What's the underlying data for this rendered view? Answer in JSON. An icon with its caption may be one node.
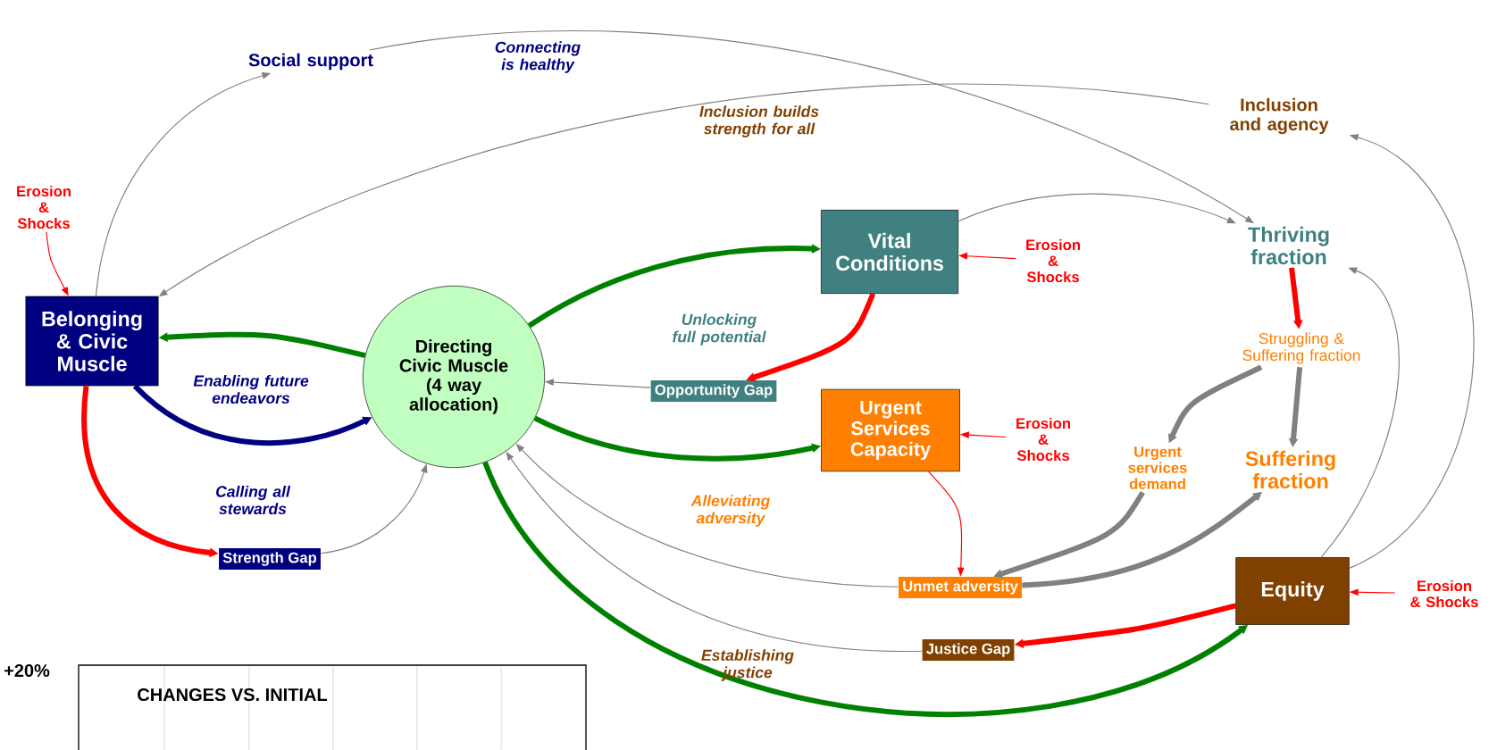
{
  "diagram": {
    "nodes": [
      {
        "text": [
          "Social support"
        ]
      },
      {
        "text": [
          "Inclusion and agency"
        ]
      },
      {
        "text": [
          "Belonging & Civic Muscle"
        ]
      },
      {
        "text": [
          "Directing Civic Muscle (4 way allocation)"
        ]
      },
      {
        "text": [
          "Vital Conditions"
        ]
      },
      {
        "text": [
          "Thriving fraction"
        ]
      },
      {
        "text": [
          "Opportunity Gap"
        ]
      },
      {
        "text": [
          "Urgent Services Capacity"
        ]
      },
      {
        "text": [
          "Struggling & Suffering fraction"
        ]
      },
      {
        "text": [
          "Urgent services demand"
        ]
      },
      {
        "text": [
          "Suffering fraction"
        ]
      },
      {
        "text": [
          "Strength Gap"
        ]
      },
      {
        "text": [
          "Unmet adversity"
        ]
      },
      {
        "text": [
          "Equity"
        ]
      },
      {
        "text": [
          "Justice Gap"
        ]
      },
      {
        "text": [
          "Erosion & Shocks"
        ]
      },
      {
        "text": [
          "Erosion & Shocks"
        ]
      },
      {
        "text": [
          "Erosion & Shocks"
        ]
      },
      {
        "text": [
          "Erosion & Shocks"
        ]
      }
    ],
    "edges": [
      {
        "from": 2,
        "to": 0,
        "arrow": "to"
      },
      {
        "from": 0,
        "to": 5,
        "arrow": "to"
      },
      {
        "from": 1,
        "to": 2,
        "arrow": "to"
      },
      {
        "from": 13,
        "to": 1,
        "arrow": "to"
      },
      {
        "from": 13,
        "to": 5,
        "arrow": "to"
      },
      {
        "from": 4,
        "to": 5,
        "arrow": "to"
      },
      {
        "from": 3,
        "to": 2,
        "arrow": "to",
        "style": "thick",
        "color": "#008000"
      },
      {
        "from": 2,
        "to": 3,
        "arrow": "to",
        "style": "thick",
        "color": "#000080"
      },
      {
        "from": 2,
        "to": 11,
        "arrow": "to",
        "style": "thick",
        "color": "#ff0000"
      },
      {
        "from": 11,
        "to": 3,
        "arrow": "to"
      },
      {
        "from": 3,
        "to": 4,
        "arrow": "to",
        "style": "thick",
        "color": "#008000"
      },
      {
        "from": 4,
        "to": 6,
        "arrow": "to",
        "style": "thick",
        "color": "#ff0000"
      },
      {
        "from": 6,
        "to": 3,
        "arrow": "to"
      },
      {
        "from": 3,
        "to": 7,
        "arrow": "to",
        "style": "thick",
        "color": "#008000"
      },
      {
        "from": 7,
        "to": 12,
        "arrow": "to",
        "color": "#ff0000"
      },
      {
        "from": 3,
        "to": 13,
        "arrow": "to",
        "style": "thick",
        "color": "#008000"
      },
      {
        "from": 13,
        "to": 14,
        "arrow": "to",
        "style": "thick",
        "color": "#ff0000"
      },
      {
        "from": 14,
        "to": 3,
        "arrow": "to"
      },
      {
        "from": 12,
        "to": 3,
        "arrow": "to"
      },
      {
        "from": 5,
        "to": 8,
        "arrow": "to",
        "style": "thick",
        "color": "#ff0000"
      },
      {
        "from": 8,
        "to": 9,
        "arrow": "to",
        "style": "thick"
      },
      {
        "from": 8,
        "to": 10,
        "arrow": "to",
        "style": "thick"
      },
      {
        "from": 9,
        "to": 12,
        "arrow": "to",
        "style": "thick"
      },
      {
        "from": 12,
        "to": 10,
        "arrow": "to",
        "style": "thick"
      },
      {
        "from": 15,
        "to": 2,
        "arrow": "to",
        "color": "#ff0000"
      },
      {
        "from": 16,
        "to": 4,
        "arrow": "to",
        "color": "#ff0000"
      },
      {
        "from": 17,
        "to": 7,
        "arrow": "to",
        "color": "#ff0000"
      },
      {
        "from": 18,
        "to": 13,
        "arrow": "to",
        "color": "#ff0000"
      }
    ],
    "labels": [
      "Connecting is healthy",
      "Inclusion builds strength for all",
      "Enabling future endeavors",
      "Unlocking full potential",
      "Calling all stewards",
      "Alleviating adversity",
      "Establishing justice",
      "+20%",
      "CHANGES VS. INITIAL"
    ]
  }
}
